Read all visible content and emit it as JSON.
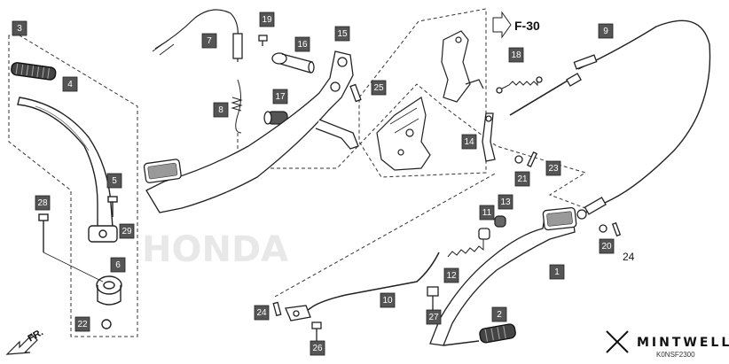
{
  "diagram": {
    "part_callouts": [
      {
        "id": "c3",
        "label": "3"
      },
      {
        "id": "c4",
        "label": "4"
      },
      {
        "id": "c5",
        "label": "5"
      },
      {
        "id": "c6",
        "label": "6"
      },
      {
        "id": "c7",
        "label": "7"
      },
      {
        "id": "c8",
        "label": "8"
      },
      {
        "id": "c9",
        "label": "9"
      },
      {
        "id": "c10",
        "label": "10"
      },
      {
        "id": "c11",
        "label": "11"
      },
      {
        "id": "c12",
        "label": "12"
      },
      {
        "id": "c13",
        "label": "13"
      },
      {
        "id": "c14",
        "label": "14"
      },
      {
        "id": "c15",
        "label": "15"
      },
      {
        "id": "c16",
        "label": "16"
      },
      {
        "id": "c17",
        "label": "17"
      },
      {
        "id": "c18",
        "label": "18"
      },
      {
        "id": "c19",
        "label": "19"
      },
      {
        "id": "c20",
        "label": "20"
      },
      {
        "id": "c21",
        "label": "21"
      },
      {
        "id": "c22",
        "label": "22"
      },
      {
        "id": "c23",
        "label": "23"
      },
      {
        "id": "c24a",
        "label": "24"
      },
      {
        "id": "c25",
        "label": "25"
      },
      {
        "id": "c26",
        "label": "26"
      },
      {
        "id": "c27",
        "label": "27"
      },
      {
        "id": "c28",
        "label": "28"
      },
      {
        "id": "c29",
        "label": "29"
      },
      {
        "id": "c1",
        "label": "1"
      },
      {
        "id": "c2",
        "label": "2"
      }
    ],
    "plain_labels": {
      "label_24b": "24"
    },
    "reference": "F-30",
    "front_marker": "FR.",
    "brand": "MINTWELL",
    "drawing_code": "K0NSF2300"
  }
}
